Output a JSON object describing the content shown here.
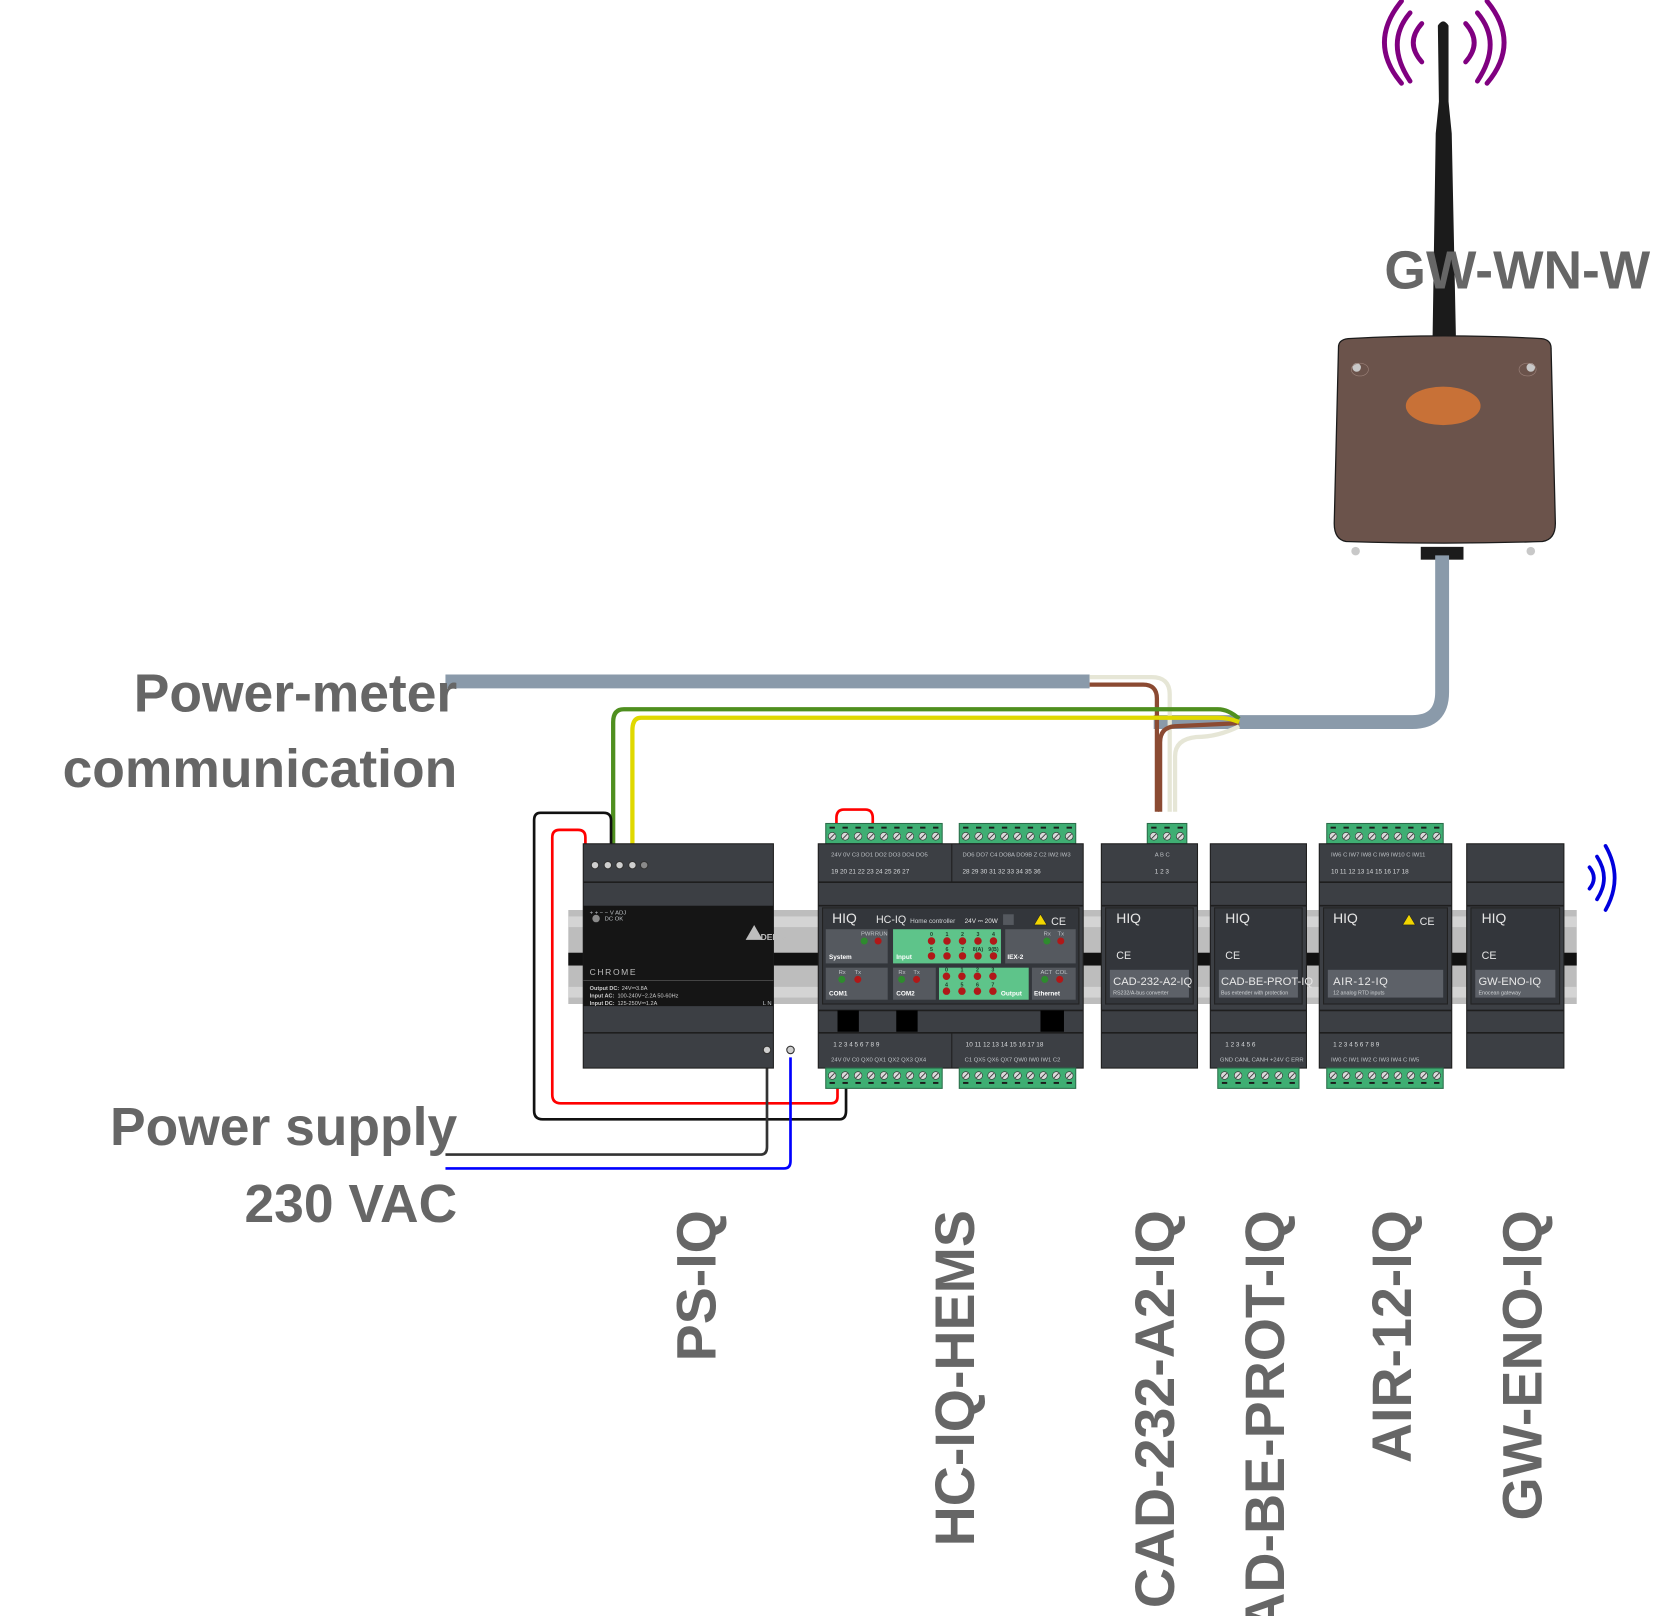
{
  "labels": {
    "power_meter_line1": "Power-meter",
    "power_meter_line2": "communication",
    "power_supply_line1": "Power supply",
    "power_supply_line2": "230 VAC",
    "gateway_name": "GW-WN-W"
  },
  "devices": [
    {
      "id": "ps",
      "label": "PS-IQ"
    },
    {
      "id": "hc",
      "label": "HC-IQ-HEMS"
    },
    {
      "id": "cad232",
      "label": "CAD-232-A2-IQ"
    },
    {
      "id": "cadbe",
      "label": "CAD-BE-PROT-IQ"
    },
    {
      "id": "air",
      "label": "AIR-12-IQ"
    },
    {
      "id": "gweno",
      "label": "GW-ENO-IQ"
    }
  ],
  "ps_module": {
    "brand": "CHROME",
    "maker": "DELTA",
    "status": "DC OK",
    "top_marks": "+  +  −  −   V ADJ",
    "spec_output_label": "Output DC:",
    "spec_output_value": "24V⎓3.8A",
    "spec_input_ac_label": "Input AC:",
    "spec_input_ac_value": "100-240V~2.2A 50-60Hz",
    "spec_input_dc_label": "Input DC:",
    "spec_input_dc_value": "125-250V⎓1.2A",
    "bottom_marks": "L    N"
  },
  "hc_module": {
    "brand": "HIQ",
    "model": "HC-IQ",
    "subtitle": "Home controller",
    "rating": "24V ⎓ 20W",
    "top_left_terms": "24V  0V        C3  DO1  DO2  DO3  DO4  DO5",
    "top_left_nums": "19  20  21  22  23  24  25  26  27",
    "top_right_terms": "DO6  DO7  C4  DO8A  DO9B   Z    C2  IW2  IW3",
    "top_right_nums": "28  29  30  31  32  33  34  35  36",
    "bottom_left_nums": "1  2  3  4  5  6  7  8  9",
    "bottom_left_terms": "24V  0V      C0  QX0  QX1  QX2  QX3  QX4",
    "bottom_right_nums": "10  11  12  13  14  15  16  17  18",
    "bottom_right_terms": "C1  QX5  QX6  QX7       QW0  IW0  IW1  C2",
    "panels": {
      "system": "System",
      "pwr": "PWR",
      "run": "RUN",
      "input": "Input",
      "input_leds": [
        "0",
        "1",
        "2",
        "3",
        "4",
        "5",
        "6",
        "7",
        "8(A)",
        "9(B)"
      ],
      "iex": "IEX-2",
      "com1": "COM1",
      "com2": "COM2",
      "rx": "Rx",
      "tx": "Tx",
      "output": "Output",
      "output_leds": [
        "0",
        "1",
        "2",
        "3",
        "4",
        "5",
        "6",
        "7"
      ],
      "ethernet": "Ethernet",
      "act": "ACT",
      "col": "COL"
    }
  },
  "cad232_module": {
    "brand": "HIQ",
    "model": "CAD-232-A2-IQ",
    "desc": "RS232/A-bus converter",
    "top_terms": "A   B   C",
    "top_nums": "1   2   3"
  },
  "cadbe_module": {
    "brand": "HIQ",
    "model": "CAD-BE-PROT-IQ",
    "desc": "Bus extender with protection",
    "bottom_nums": "1  2  3  4  5  6",
    "bottom_terms": "GND CANL CANH +24V  C  ERR"
  },
  "air_module": {
    "brand": "HIQ",
    "model": "AIR-12-IQ",
    "desc": "12 analog RTD inputs",
    "top_terms": "IW6  C  IW7  IW8  C  IW9  IW10  C  IW11",
    "top_nums": "10 11 12 13 14 15 16 17 18",
    "bottom_nums": "1  2  3  4  5  6  7  8  9",
    "bottom_terms": "IW0  C  IW1  IW2  C  IW3  IW4  C  IW5"
  },
  "gweno_module": {
    "brand": "HIQ",
    "model": "GW-ENO-IQ",
    "desc": "Enocean gateway"
  },
  "colors": {
    "label_gray": "#666666",
    "module_body": "#3c3f44",
    "terminal_green": "#3fae73",
    "panel_green": "#5ec48a",
    "cable_gray": "#8a9aaa",
    "gateway_brown": "#6b534b",
    "gateway_led": "#c87137",
    "wifi_purple": "#800080",
    "enocean_blue": "#0000dd",
    "wire_red": "#ff0000",
    "wire_black": "#111111",
    "wire_blue": "#0000ff",
    "wire_green": "#4f8f1f",
    "wire_yellow": "#e0d800",
    "wire_brown": "#8b4a32",
    "wire_white": "#e6e6d6"
  }
}
